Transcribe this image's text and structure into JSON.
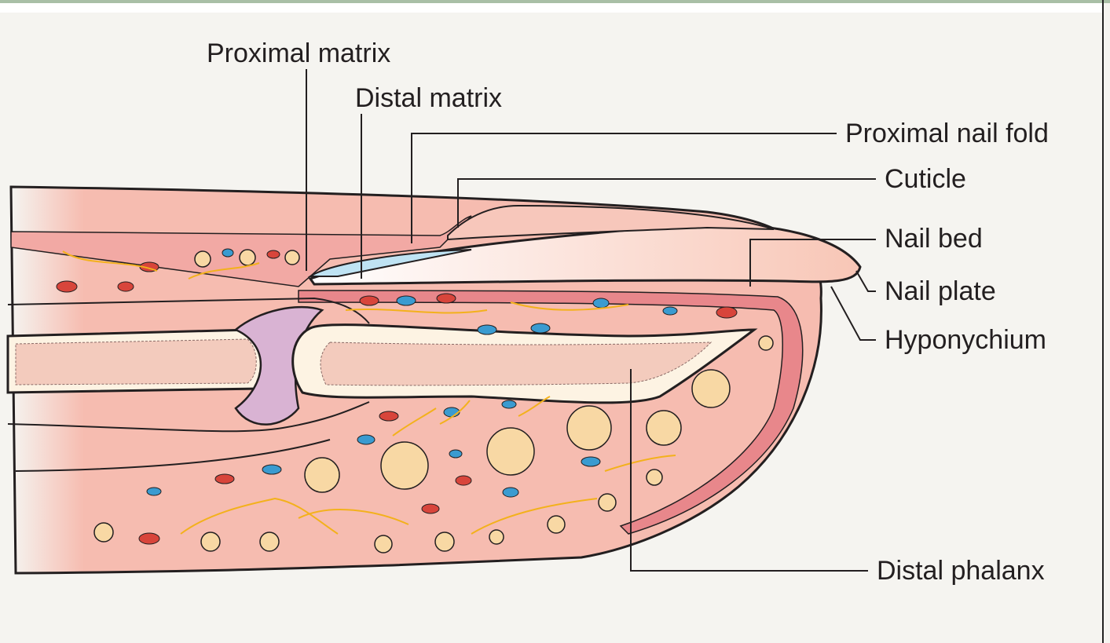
{
  "figure": {
    "labels": {
      "proximal_matrix": "Proximal matrix",
      "distal_matrix": "Distal matrix",
      "proximal_nail_fold": "Proximal nail fold",
      "cuticle": "Cuticle",
      "nail_bed": "Nail bed",
      "nail_plate": "Nail plate",
      "hyponychium": "Hyponychium",
      "distal_phalanx": "Distal phalanx"
    },
    "colors": {
      "frame": "#a9bfa6",
      "background": "#f5f4f0",
      "skin": "#f6b9ac",
      "dermis": "#e8878b",
      "bone": "#fdf3e3",
      "joint": "#d9b3d3",
      "artery": "#d8453b",
      "vein": "#3a9bd0",
      "nerve": "#f3b11c",
      "gland": "#f8d8a4"
    }
  }
}
